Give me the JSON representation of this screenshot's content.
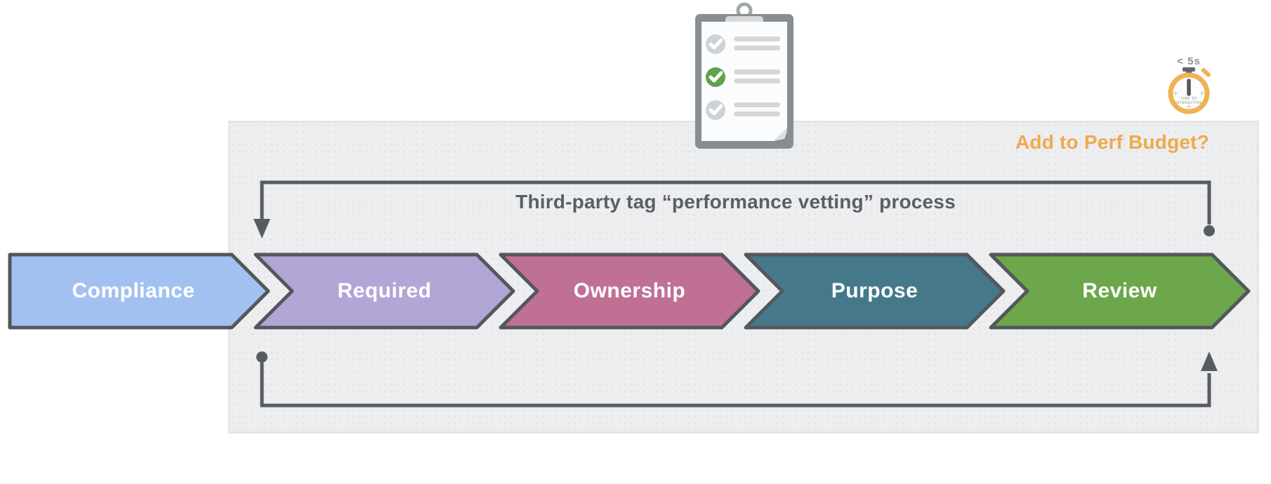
{
  "header": {
    "clipboard_icon": {
      "rows": [
        {
          "check_color": "#CFD2D4",
          "checked": true
        },
        {
          "check_color": "#5FA24C",
          "checked": true
        },
        {
          "check_color": "#CFD2D4",
          "checked": true
        }
      ],
      "board_color": "#888D91",
      "paper_color": "#FBFCFD"
    },
    "stopwatch": {
      "time_label": "< 5s",
      "face_text_line1": "TIME TO",
      "face_text_line2": "INTERACTIVE",
      "ring_color": "#F1B254",
      "needle_color": "#54575A"
    }
  },
  "panel": {
    "title": "Third-party tag “performance vetting” process",
    "title_color": "#5B5F64",
    "budget_question": "Add to Perf Budget?",
    "budget_color": "#F0A94C",
    "background": "#EDEEF0"
  },
  "process": {
    "steps": [
      {
        "id": "compliance",
        "label": "Compliance",
        "fill": "#A3C1F0"
      },
      {
        "id": "required",
        "label": "Required",
        "fill": "#B2A6D6"
      },
      {
        "id": "ownership",
        "label": "Ownership",
        "fill": "#C06F95"
      },
      {
        "id": "purpose",
        "label": "Purpose",
        "fill": "#45798A"
      },
      {
        "id": "review",
        "label": "Review",
        "fill": "#6CA74B"
      }
    ],
    "step_border_color": "#54575B",
    "loop_color": "#595C5F"
  }
}
